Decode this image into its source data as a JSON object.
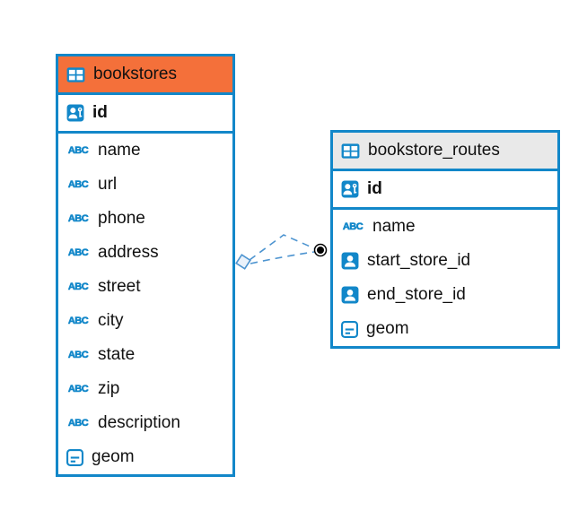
{
  "colors": {
    "accent_blue": "#1287C9",
    "header_orange": "#F4703A",
    "header_gray": "#E9E9E9",
    "connector_blue": "#4D94D0",
    "connector_dot": "#000000"
  },
  "icons": {
    "abc_label": "ABC"
  },
  "tables": [
    {
      "title": "bookstores",
      "primary_key": "id",
      "columns": [
        "name",
        "url",
        "phone",
        "address",
        "street",
        "city",
        "state",
        "zip",
        "description",
        "geom"
      ]
    },
    {
      "title": "bookstore_routes",
      "primary_key": "id",
      "columns": [
        "name",
        "start_store_id",
        "end_store_id",
        "geom"
      ]
    }
  ],
  "connection": {
    "style": "dashed",
    "left_marker": "diamond",
    "right_marker": "filled-dot"
  }
}
